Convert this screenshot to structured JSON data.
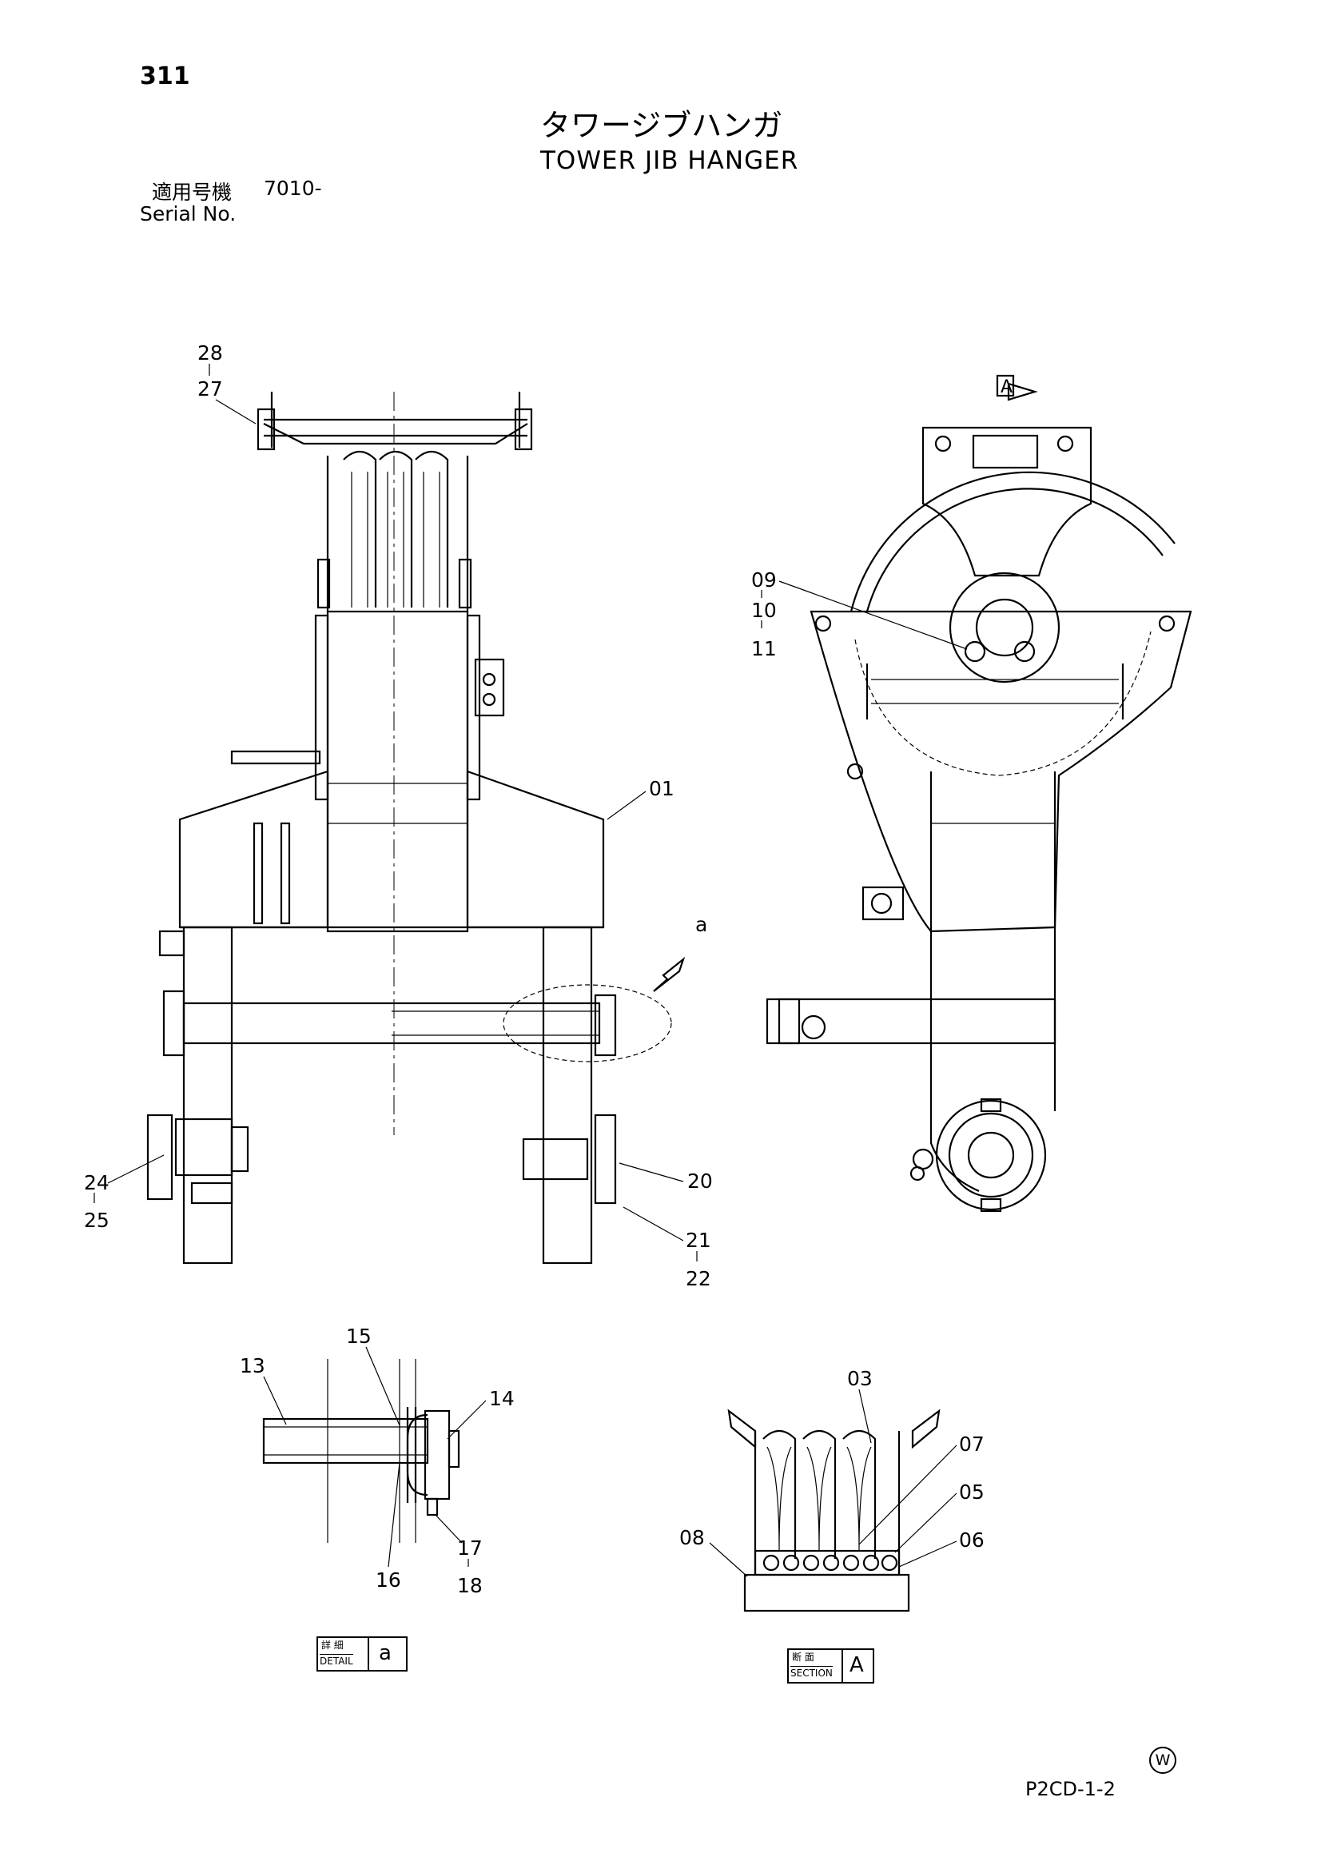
{
  "page_number": "311",
  "title_ja": "タワージブハンガ",
  "title_en": "TOWER JIB HANGER",
  "serial_ja": "適用号機",
  "serial_en": "Serial No.",
  "serial_value": "7010-",
  "ref_code": "P2CD-1-2",
  "mark": "W",
  "callouts": {
    "c28": "28",
    "c27": "27",
    "c01": "01",
    "ca": "a",
    "c24": "24",
    "c25": "25",
    "c20": "20",
    "c21": "21",
    "c22": "22",
    "cA": "A",
    "c09": "09",
    "c10": "10",
    "c11": "11",
    "c15": "15",
    "c13": "13",
    "c14": "14",
    "c16": "16",
    "c17": "17",
    "c18": "18",
    "c03": "03",
    "c07": "07",
    "c05": "05",
    "c06": "06",
    "c08": "08"
  },
  "detail_label": {
    "ja": "詳 細",
    "en": "DETAIL",
    "ref": "a"
  },
  "section_label": {
    "ja": "断 面",
    "en": "SECTION",
    "ref": "A"
  }
}
